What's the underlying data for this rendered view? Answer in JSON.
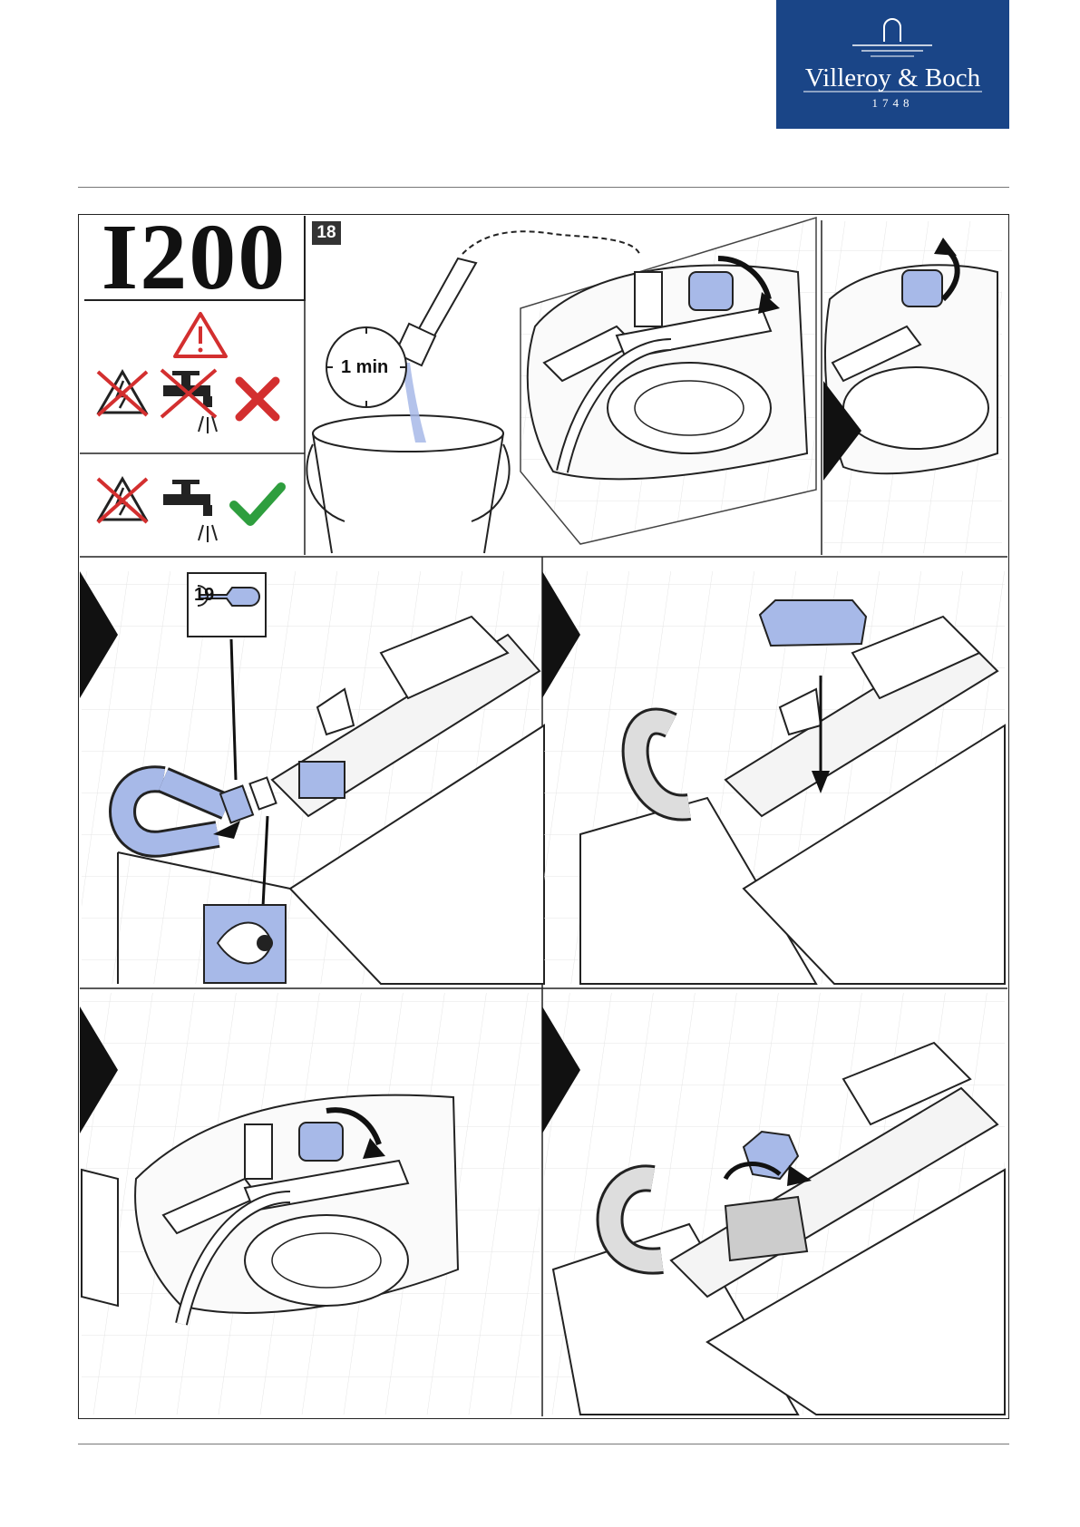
{
  "brand": {
    "name": "Villeroy & Boch",
    "year": "1748",
    "color": "#1a4587"
  },
  "model": "I200",
  "step_number": "18",
  "timer_label": "1 min",
  "wrench_size": "19",
  "colors": {
    "highlight": "#a7b9e8",
    "warning": "#d32f2f",
    "ok": "#2e9e3e",
    "line": "#222222"
  },
  "icons": [
    "warning-triangle-icon",
    "no-electricity-icon",
    "no-water-tap-icon",
    "cross-icon",
    "water-tap-icon",
    "check-icon",
    "bucket-icon",
    "clock-icon",
    "wrench-icon",
    "eye-icon"
  ]
}
